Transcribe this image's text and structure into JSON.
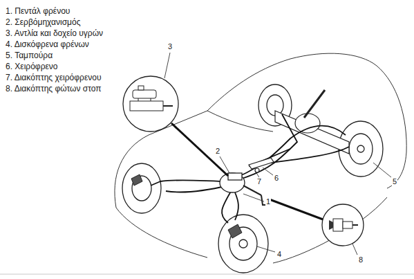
{
  "diagram": {
    "labels": [
      "1. Πεντάλ φρένου",
      "2. Σερβόμηχανισμός",
      "3. Αντλία και δοχείο υγρών",
      "4. Δισκόφρενα φρένων",
      "5. Ταμπούρα",
      "6. Χειρόφρενο",
      "7. Διακόπτης χειρόφρενου",
      "8. Διακόπτης φώτων στοπ",
      "3",
      "2",
      "6",
      "7",
      "5",
      "1",
      "4",
      "8"
    ]
  }
}
